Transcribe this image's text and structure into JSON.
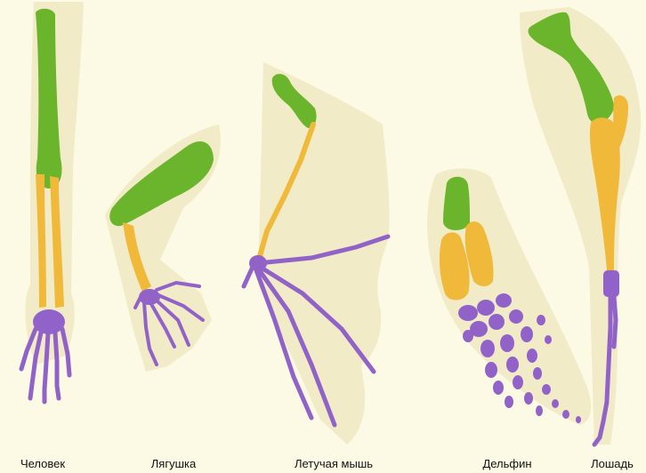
{
  "colors": {
    "background": "#fcf9e4",
    "silhouette": "#f2ebc8",
    "humerus": "#6bb52c",
    "forearm": "#f0b93a",
    "hand": "#9163c9"
  },
  "limbs": [
    {
      "id": "human",
      "label": "Человек"
    },
    {
      "id": "frog",
      "label": "Лягушка"
    },
    {
      "id": "bat",
      "label": "Летучая мышь"
    },
    {
      "id": "dolphin",
      "label": "Дельфин"
    },
    {
      "id": "horse",
      "label": "Лошадь"
    }
  ]
}
